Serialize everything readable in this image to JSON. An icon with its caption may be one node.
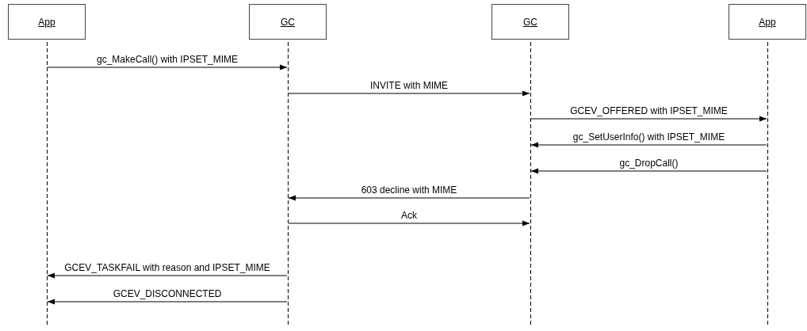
{
  "diagram": {
    "nodes": [
      {
        "text": [
          "App"
        ]
      },
      {
        "text": [
          "GC"
        ]
      },
      {
        "text": [
          "GC"
        ]
      },
      {
        "text": [
          "App"
        ]
      }
    ],
    "edges": [
      {
        "from": 0,
        "to": 1,
        "arrow": "to",
        "label": "gc_MakeCall() with IPSET_MIME"
      },
      {
        "from": 1,
        "to": 2,
        "arrow": "to",
        "label": "INVITE with MIME"
      },
      {
        "from": 2,
        "to": 3,
        "arrow": "to",
        "label": "GCEV_OFFERED with IPSET_MIME"
      },
      {
        "from": 3,
        "to": 2,
        "arrow": "to",
        "label": "gc_SetUserInfo() with IPSET_MIME"
      },
      {
        "from": 3,
        "to": 2,
        "arrow": "to",
        "label": "gc_DropCall()"
      },
      {
        "from": 2,
        "to": 1,
        "arrow": "to",
        "label": "603 decline with MIME"
      },
      {
        "from": 1,
        "to": 2,
        "arrow": "to",
        "label": "Ack"
      },
      {
        "from": 1,
        "to": 0,
        "arrow": "to",
        "label": "GCEV_TASKFAIL with reason and IPSET_MIME"
      },
      {
        "from": 1,
        "to": 0,
        "arrow": "to",
        "label": "GCEV_DISCONNECTED"
      }
    ]
  }
}
